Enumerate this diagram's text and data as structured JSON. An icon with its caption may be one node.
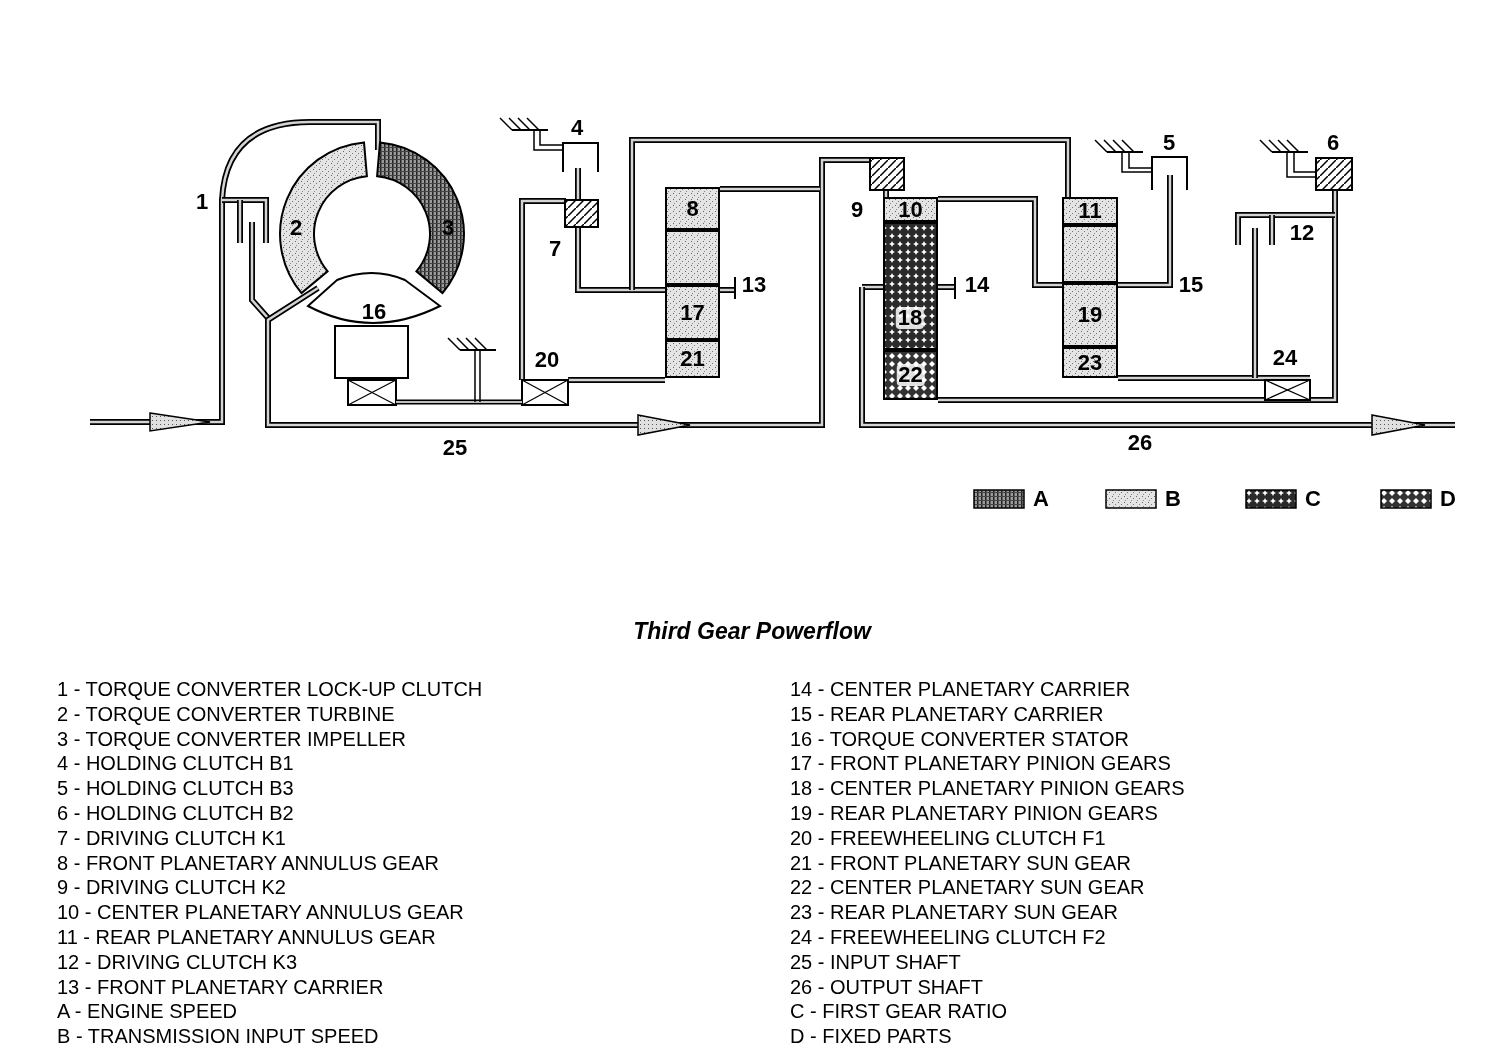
{
  "diagram": {
    "title": "Third Gear Powerflow",
    "nodes": [
      {
        "text": [
          "2"
        ]
      },
      {
        "text": [
          "3"
        ]
      },
      {
        "text": [
          "16"
        ]
      },
      {
        "text": [
          "8"
        ]
      },
      {
        "text": [],
        "shape": "box"
      },
      {
        "text": [
          "17"
        ]
      },
      {
        "text": [
          "21"
        ]
      },
      {
        "text": [
          "10"
        ]
      },
      {
        "text": [
          "18"
        ]
      },
      {
        "text": [
          "22"
        ]
      },
      {
        "text": [
          "11"
        ]
      },
      {
        "text": [],
        "shape": "box"
      },
      {
        "text": [
          "19"
        ]
      },
      {
        "text": [
          "23"
        ]
      }
    ],
    "labels": [
      "4",
      "5",
      "6",
      "1",
      "9",
      "12",
      "7",
      "13",
      "14",
      "15",
      "20",
      "24",
      "25",
      "26",
      "1 - TORQUE CONVERTER LOCK-UP CLUTCH",
      "2 - TORQUE CONVERTER TURBINE",
      "3 - TORQUE CONVERTER IMPELLER",
      "4 - HOLDING CLUTCH B1",
      "5 - HOLDING CLUTCH B3",
      "6 - HOLDING CLUTCH B2",
      "7 - DRIVING CLUTCH K1",
      "8 - FRONT PLANETARY ANNULUS GEAR",
      "9 - DRIVING CLUTCH K2",
      "10 - CENTER PLANETARY ANNULUS GEAR",
      "11 - REAR PLANETARY ANNULUS GEAR",
      "12 - DRIVING CLUTCH K3",
      "13 - FRONT PLANETARY CARRIER",
      "A - ENGINE SPEED",
      "B - TRANSMISSION INPUT SPEED",
      "14 - CENTER PLANETARY CARRIER",
      "15 - REAR PLANETARY CARRIER",
      "16 - TORQUE CONVERTER STATOR",
      "17 - FRONT PLANETARY PINION GEARS",
      "18 - CENTER PLANETARY PINION GEARS",
      "19 - REAR PLANETARY PINION GEARS",
      "20 - FREEWHEELING CLUTCH F1",
      "21 - FRONT PLANETARY SUN GEAR",
      "22 - CENTER PLANETARY SUN GEAR",
      "23 - REAR PLANETARY SUN GEAR",
      "24 - FREEWHEELING CLUTCH F2",
      "25 - INPUT SHAFT",
      "26 - OUTPUT SHAFT",
      "C - FIRST GEAR RATIO",
      "D - FIXED PARTS"
    ],
    "legend": [
      {
        "text": "A"
      },
      {
        "text": "B"
      },
      {
        "text": "C"
      },
      {
        "text": "D"
      }
    ]
  }
}
